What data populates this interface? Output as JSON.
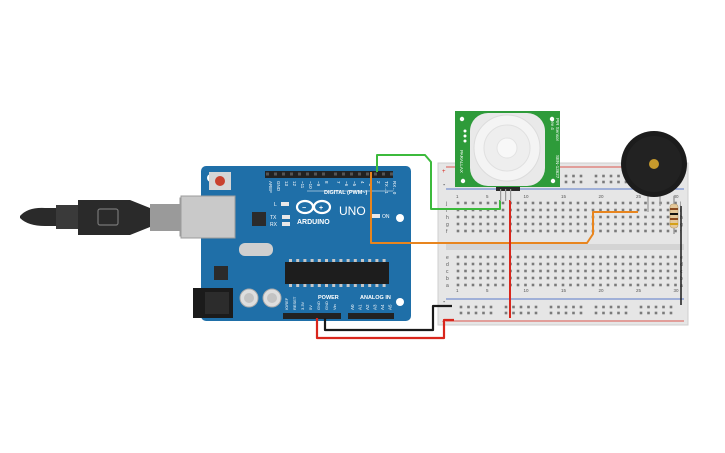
{
  "arduino": {
    "brand": "ARDUINO",
    "model": "UNO",
    "digital_header_label": "DIGITAL (PWM~)",
    "power_label": "POWER",
    "analog_label": "ANALOG IN",
    "on_led_label": "ON",
    "tx_label": "TX",
    "rx_label": "RX",
    "l_label": "L",
    "digital_pins": [
      "AREF",
      "GND",
      "13",
      "12",
      "~11",
      "~10",
      "~9",
      "8",
      "7",
      "~6",
      "~5",
      "4",
      "~3",
      "2",
      "TX→1",
      "RX←0"
    ],
    "power_pins": [
      "IOREF",
      "RESET",
      "3.3V",
      "5V",
      "GND",
      "GND",
      "Vin"
    ],
    "analog_pins": [
      "A0",
      "A1",
      "A2",
      "A3",
      "A4",
      "A5"
    ]
  },
  "pir_sensor": {
    "labels": [
      "PIR Sensor",
      "Rev 4",
      "SEN-13627",
      "PARALLAX"
    ]
  },
  "breadboard": {
    "rail_plus": "+",
    "rail_minus": "-",
    "row_letters_top": [
      "j",
      "i",
      "h",
      "g",
      "f"
    ],
    "row_letters_bottom": [
      "e",
      "d",
      "c",
      "b",
      "a"
    ],
    "column_numbers": [
      "1",
      "5",
      "10",
      "15",
      "20",
      "25",
      "30"
    ]
  },
  "colors": {
    "board_blue": "#1f6fa8",
    "wire_red": "#d9261c",
    "wire_black": "#1a1a1a",
    "wire_green": "#3cba3c",
    "wire_orange": "#e8851e",
    "pir_green": "#2e9b3a",
    "breadboard": "#e8e8e8"
  },
  "icons": [
    "usb-cable-icon",
    "infinity-logo-icon",
    "buzzer-icon",
    "resistor-icon"
  ]
}
